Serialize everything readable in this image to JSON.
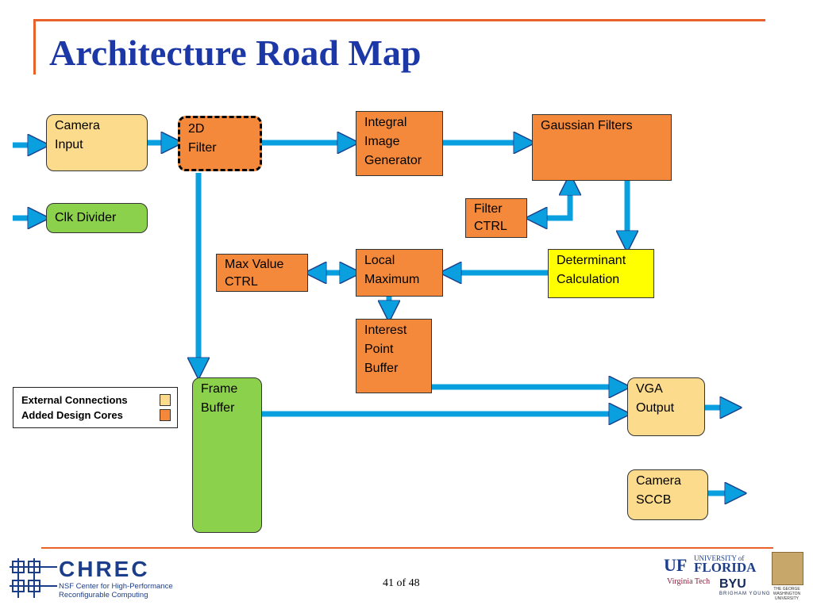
{
  "title": "Architecture Road Map",
  "boxes": {
    "camera_input": "Camera\nInput",
    "filter_2d": "2D\nFilter",
    "integral_image": "Integral\nImage\nGenerator",
    "gaussian_filters": "Gaussian Filters",
    "clk_divider": "Clk Divider",
    "filter_ctrl": "Filter\nCTRL",
    "max_value_ctrl": "Max Value\nCTRL",
    "local_maximum": "Local\nMaximum",
    "determinant": "Determinant\nCalculation",
    "interest_point_buffer": "Interest\nPoint\nBuffer",
    "frame_buffer": "Frame\nBuffer",
    "vga_output": "VGA\nOutput",
    "camera_sccb": "Camera\nSCCB"
  },
  "legend": {
    "external": "External Connections",
    "added": "Added Design Cores"
  },
  "colors": {
    "title": "#1c37a6",
    "accent_line": "#e8622a",
    "added_core": "#f5893b",
    "external": "#fcdb8c",
    "memory": "#8cd14b",
    "calc": "#ffff00",
    "arrow": "#0aa0e0"
  },
  "footer": {
    "page": "41 of 48",
    "chrec_title": "CHREC",
    "chrec_sub": "NSF Center for High-Performance\nReconfigurable Computing",
    "uf_mark": "UF",
    "uf_univ": "UNIVERSITY of",
    "uf_florida": "FLORIDA",
    "vt": "Virginia Tech",
    "byu": "BYU",
    "byu_sub": "BRIGHAM YOUNG",
    "gw": "THE GEORGE\nWASHINGTON\nUNIVERSITY"
  }
}
